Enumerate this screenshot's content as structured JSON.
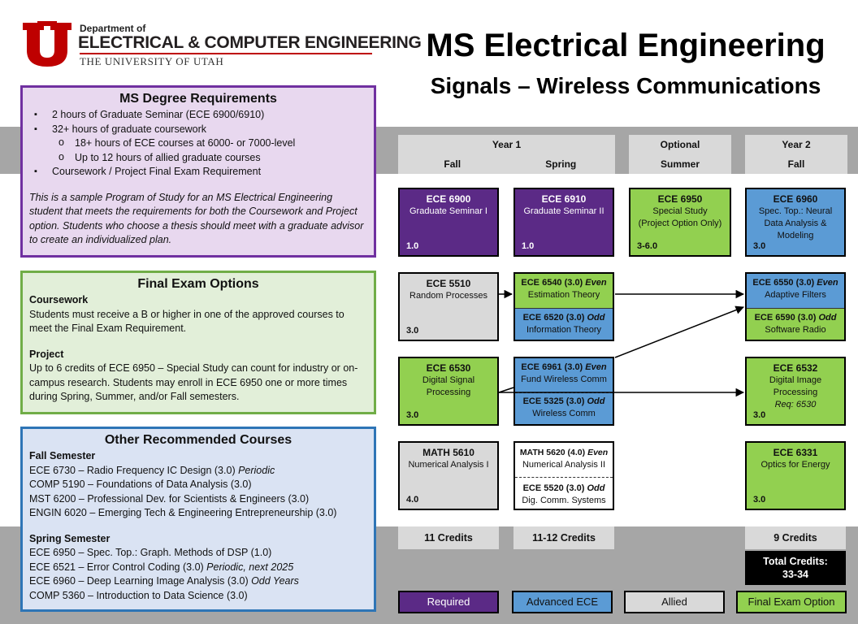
{
  "logo": {
    "line1": "Department of",
    "line2": "ELECTRICAL & COMPUTER ENGINEERING",
    "line3": "THE UNIVERSITY OF UTAH"
  },
  "title": "MS Electrical Engineering",
  "subtitle": "Signals – Wireless Communications",
  "requirements": {
    "title": "MS Degree Requirements",
    "items": [
      "2 hours of Graduate Seminar (ECE 6900/6910)",
      "32+ hours of graduate coursework",
      "18+ hours of ECE courses at 6000- or 7000-level",
      "Up to 12 hours of allied graduate courses",
      "Coursework / Project Final Exam Requirement"
    ],
    "note": "This is a sample Program of Study for an MS Electrical Engineering student that meets the requirements for both the Coursework and Project option. Students who choose a thesis should meet with a graduate advisor to create an individualized plan."
  },
  "final_exam": {
    "title": "Final Exam Options",
    "coursework_head": "Coursework",
    "coursework_text": "Students must receive a B or higher in one of the approved courses to meet the Final Exam Requirement.",
    "project_head": "Project",
    "project_text": "Up to 6 credits of ECE 6950 – Special Study can count for industry or on-campus research. Students may enroll in ECE 6950 one or more times during Spring, Summer, and/or Fall semesters."
  },
  "other": {
    "title": "Other Recommended Courses",
    "fall_head": "Fall Semester",
    "fall": [
      {
        "text": "ECE 6730 – Radio Frequency IC Design (3.0) ",
        "note": "Periodic"
      },
      {
        "text": "COMP 5190 – Foundations of Data Analysis (3.0)",
        "note": ""
      },
      {
        "text": "MST 6200 – Professional Dev. for Scientists & Engineers (3.0)",
        "note": ""
      },
      {
        "text": "ENGIN 6020 – Emerging Tech & Engineering Entrepreneurship (3.0)",
        "note": ""
      }
    ],
    "spring_head": "Spring Semester",
    "spring": [
      {
        "text": "ECE 6950 – Spec. Top.: Graph. Methods of DSP (1.0)",
        "note": ""
      },
      {
        "text": "ECE 6521 – Error Control Coding (3.0) ",
        "note": "Periodic, next 2025"
      },
      {
        "text": "ECE 6960 – Deep Learning Image Analysis (3.0) ",
        "note": "Odd Years"
      },
      {
        "text": "COMP 5360 – Introduction to Data Science (3.0)",
        "note": ""
      }
    ]
  },
  "headers": {
    "year1": "Year 1",
    "fall": "Fall",
    "spring": "Spring",
    "optional": "Optional",
    "summer": "Summer",
    "year2": "Year 2",
    "fall2": "Fall"
  },
  "courses": {
    "ece6900": {
      "code": "ECE 6900",
      "name": "Graduate Seminar I",
      "credits": "1.0"
    },
    "ece6910": {
      "code": "ECE 6910",
      "name": "Graduate Seminar II",
      "credits": "1.0"
    },
    "ece6950": {
      "code": "ECE 6950",
      "name1": "Special Study",
      "name2": "(Project Option Only)",
      "credits": "3-6.0"
    },
    "ece6960": {
      "code": "ECE 6960",
      "name1": "Spec. Top.: Neural",
      "name2": "Data Analysis &",
      "name3": "Modeling",
      "credits": "3.0"
    },
    "ece5510": {
      "code": "ECE 5510",
      "name": "Random Processes",
      "credits": "3.0"
    },
    "ece6540": {
      "code": "ECE 6540 (3.0) ",
      "tag": "Even",
      "name": "Estimation Theory"
    },
    "ece6520": {
      "code": "ECE 6520 (3.0) ",
      "tag": "Odd",
      "name": "Information Theory"
    },
    "ece6550": {
      "code": "ECE 6550 (3.0) ",
      "tag": "Even",
      "name": "Adaptive Filters"
    },
    "ece6590": {
      "code": "ECE 6590 (3.0) ",
      "tag": "Odd",
      "name": "Software Radio"
    },
    "ece6530": {
      "code": "ECE 6530",
      "name1": "Digital Signal",
      "name2": "Processing",
      "credits": "3.0"
    },
    "ece6961": {
      "code": "ECE 6961 (3.0) ",
      "tag": "Even",
      "name": "Fund Wireless Comm"
    },
    "ece5325": {
      "code": "ECE 5325 (3.0) ",
      "tag": "Odd",
      "name": "Wireless Comm"
    },
    "ece6532": {
      "code": "ECE 6532",
      "name1": "Digital Image",
      "name2": "Processing",
      "req": "Req: 6530",
      "credits": "3.0"
    },
    "math5610": {
      "code": "MATH 5610",
      "name": "Numerical Analysis I",
      "credits": "4.0"
    },
    "math5620": {
      "code": "MATH 5620 (4.0) ",
      "tag": "Even",
      "name": "Numerical Analysis II"
    },
    "ece5520": {
      "code": "ECE 5520 (3.0) ",
      "tag": "Odd",
      "name": "Dig. Comm. Systems"
    },
    "ece6331": {
      "code": "ECE 6331",
      "name": "Optics for Energy",
      "credits": "3.0"
    }
  },
  "credits": {
    "fall": "11 Credits",
    "spring": "11-12 Credits",
    "fall2": "9 Credits",
    "total_label": "Total Credits:",
    "total_value": "33-34"
  },
  "legend": {
    "required": "Required",
    "advanced": "Advanced ECE",
    "allied": "Allied",
    "final_exam": "Final Exam Option"
  },
  "colors": {
    "required": "#5b2a86",
    "advanced": "#5b9bd5",
    "allied": "#d9d9d9",
    "final_exam": "#92d050",
    "utah_red": "#be0000"
  }
}
